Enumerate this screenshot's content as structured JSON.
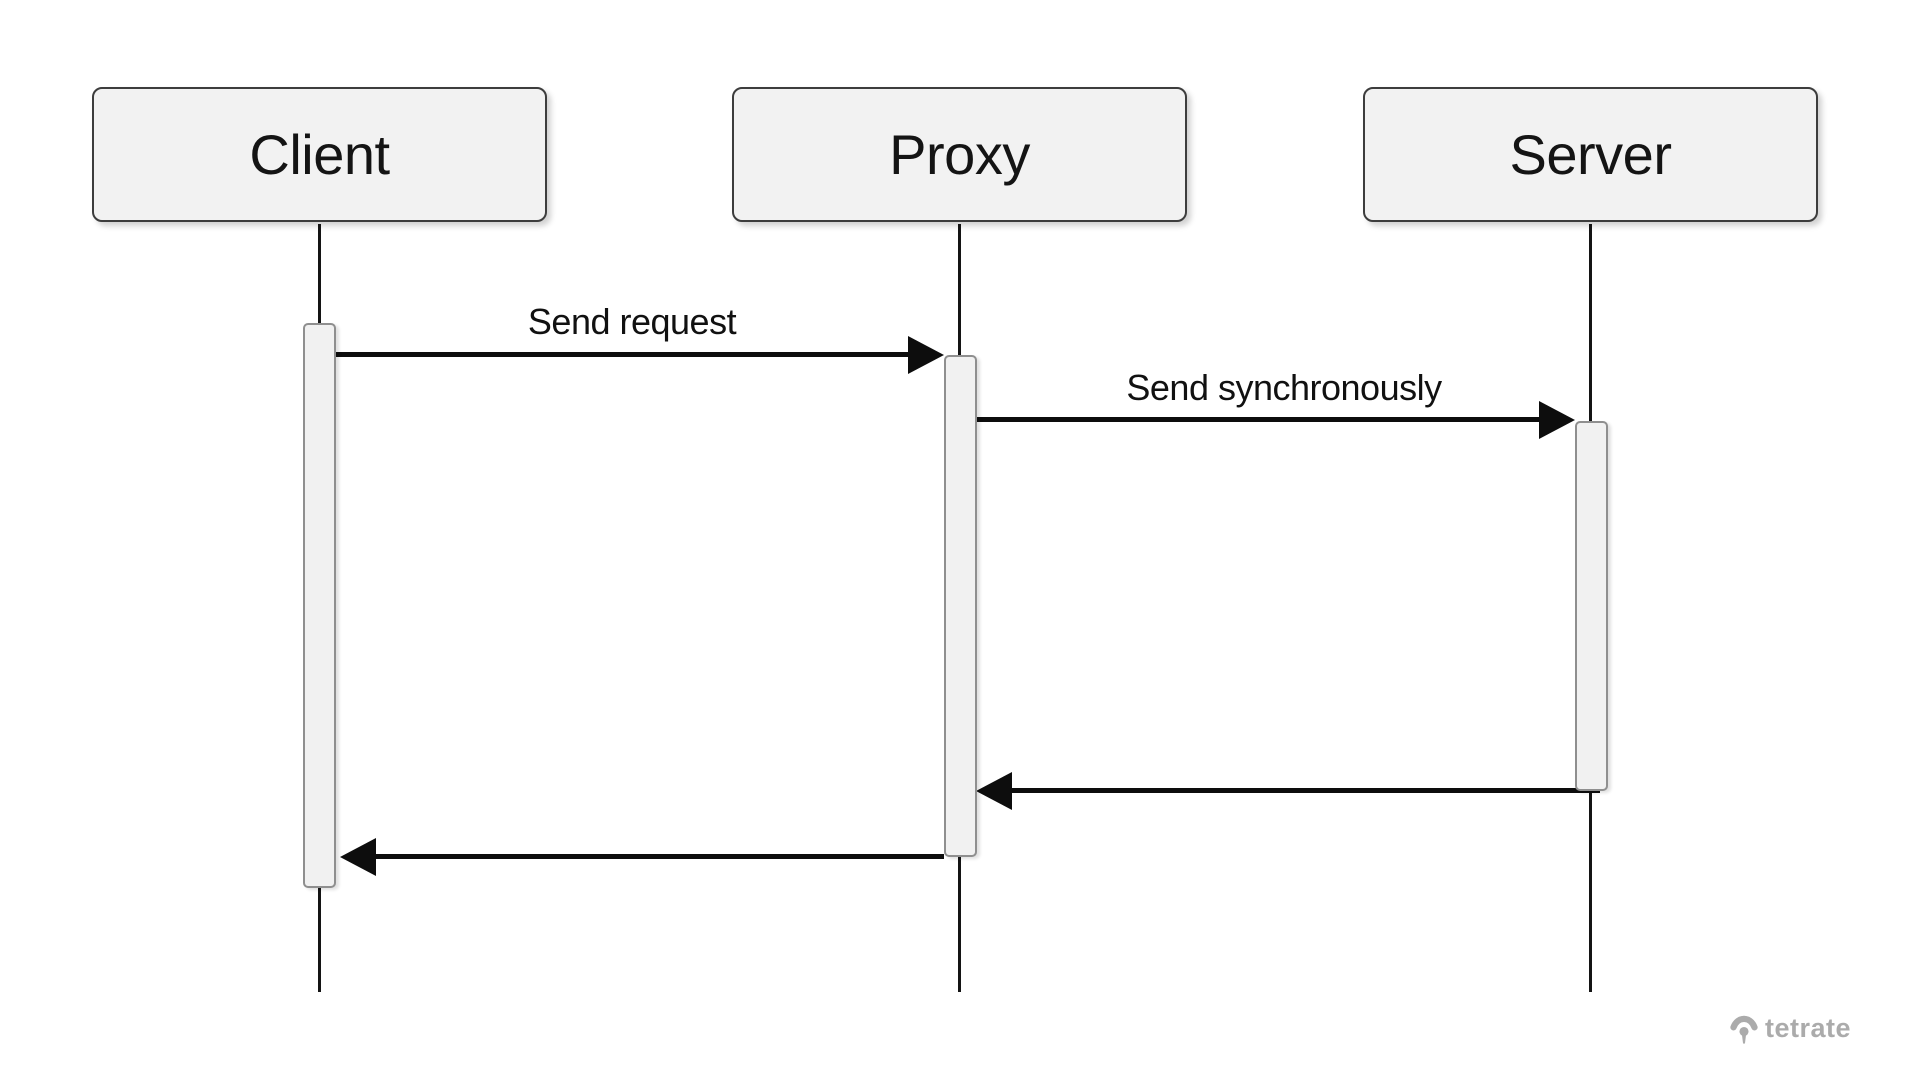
{
  "diagram": {
    "type": "sequence",
    "participants": [
      {
        "label": "Client"
      },
      {
        "label": "Proxy"
      },
      {
        "label": "Server"
      }
    ],
    "messages": [
      {
        "from": "Client",
        "to": "Proxy",
        "label": "Send request",
        "direction": "right",
        "style": "solid"
      },
      {
        "from": "Proxy",
        "to": "Server",
        "label": "Send synchronously",
        "direction": "right",
        "style": "solid"
      },
      {
        "from": "Server",
        "to": "Proxy",
        "label": "",
        "direction": "left",
        "style": "solid"
      },
      {
        "from": "Proxy",
        "to": "Client",
        "label": "",
        "direction": "left",
        "style": "solid"
      }
    ]
  },
  "branding": {
    "logo_text": "tetrate"
  },
  "colors": {
    "background": "#ffffff",
    "participant_fill": "#f2f2f2",
    "participant_border": "#3d3d3d",
    "activation_fill": "#f1f1f1",
    "activation_border": "#8f8f8f",
    "line": "#0d0d0d",
    "text": "#141414",
    "logo_gray": "#ababab"
  }
}
